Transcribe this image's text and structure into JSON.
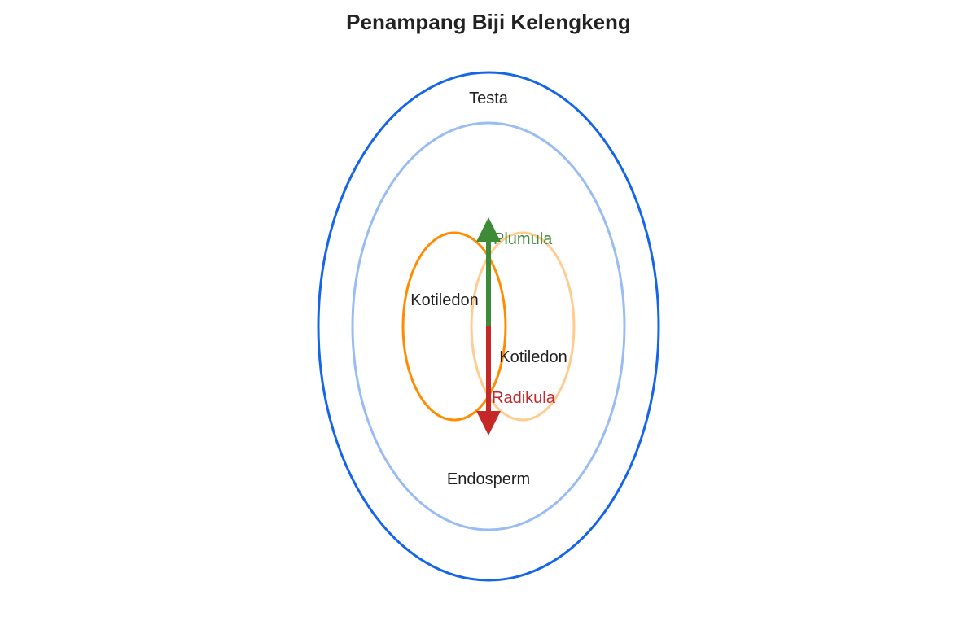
{
  "title": "Penampang Biji Kelengkeng",
  "labels": {
    "kotiledon_left": "Kotiledon",
    "kotiledon_right": "Kotiledon",
    "endosperm": "Endosperm",
    "testa": "Testa",
    "plumula": "Plumula",
    "radikula": "Radikula"
  },
  "colors": {
    "outer": "#1565e8",
    "inner": "#99bcf2",
    "kotiledon_left": "#ff8c00",
    "kotiledon_right": "#ffcc8f",
    "plumula": "#3d8b37",
    "radikula": "#c62828",
    "text": "#222222"
  }
}
